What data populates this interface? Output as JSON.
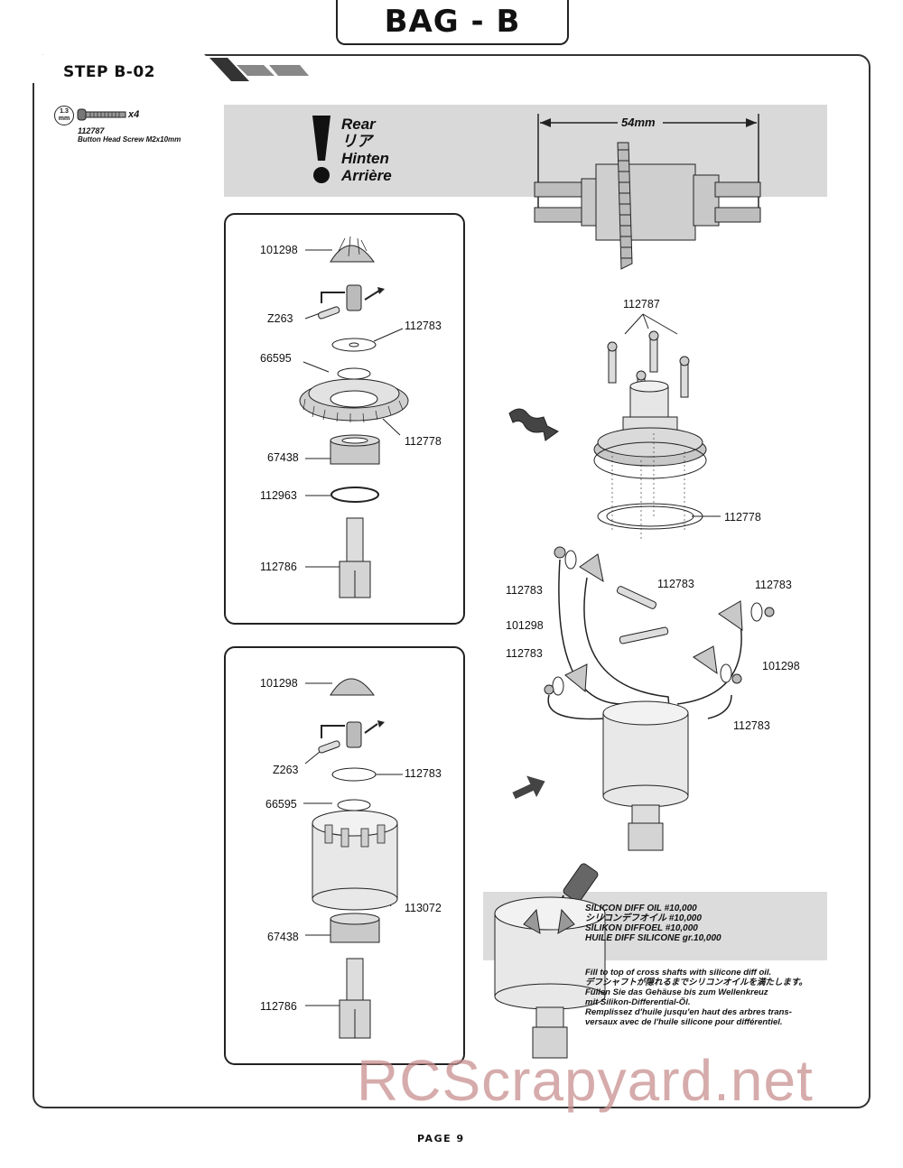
{
  "header": {
    "bag_title": "BAG - B",
    "step_title": "STEP B-02"
  },
  "parts_callout": {
    "hex_size": "1.3",
    "hex_unit": "mm",
    "quantity": "x4",
    "part_number": "112787",
    "description": "Button Head Screw M2x10mm"
  },
  "orientation_note": {
    "lines": [
      "Rear",
      "リア",
      "Hinten",
      "Arrière"
    ]
  },
  "dimension": {
    "label": "54mm"
  },
  "upper_box_labels": [
    "101298",
    "Z263",
    "112783",
    "66595",
    "112778",
    "67438",
    "112963",
    "112786"
  ],
  "lower_box_labels": [
    "101298",
    "Z263",
    "112783",
    "66595",
    "113072",
    "67438",
    "112786"
  ],
  "ring_gear_labels": [
    "112787",
    "112778"
  ],
  "spider_gear_labels": [
    "112783",
    "112783",
    "112783",
    "101298",
    "112783",
    "101298",
    "112783"
  ],
  "oil": {
    "lines": [
      "SILICON DIFF OIL #10,000",
      "シリコンデフオイル #10,000",
      "SILIKON DIFFOEL #10,000",
      "HUILE DIFF SILICONE gr.10,000"
    ]
  },
  "fill_instructions": {
    "lines": [
      "Fill to top of cross shafts with silicone diff oil.",
      "デフシャフトが隠れるまでシリコンオイルを満たします。",
      "Füllen Sie das Gehäuse bis zum Wellenkreuz",
      "mit Silikon-Differential-Öl.",
      "Remplissez d'huile jusqu'en haut des arbres trans-",
      "versaux avec de l'huile silicone pour différentiel."
    ]
  },
  "watermark": "RCScrapyard.net",
  "footer": {
    "page": "PAGE  9"
  }
}
